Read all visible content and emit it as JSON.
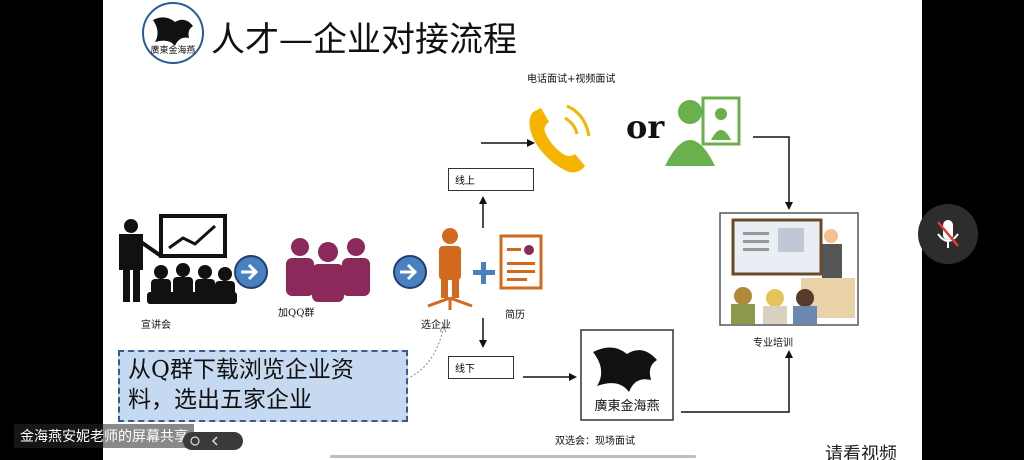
{
  "slide": {
    "title": "人才—企业对接流程",
    "logo_text": "廣東金海燕",
    "phone_video_label": "电话面试+视频面试",
    "or_label": "or",
    "online_label": "线上",
    "offline_label": "线下",
    "steps": {
      "lecture": "宣讲会",
      "qq_group": "加QQ群",
      "choose_company": "选企业",
      "resume": "简历",
      "training": "专业培训",
      "job_fair": "双选会：现场面试"
    },
    "callout": "从Q群下载浏览企业资料，选出五家企业",
    "watch_video": "请看视频"
  },
  "overlay": {
    "share_caption": "金海燕安妮老师的屏幕共享"
  },
  "colors": {
    "arrow_circle": "#4a7fc1",
    "purple_people": "#8b2a5a",
    "orange_person": "#d2691e",
    "phone_yellow": "#f5b400",
    "green_person": "#6ab04c",
    "callout_bg": "#c5daf0"
  }
}
